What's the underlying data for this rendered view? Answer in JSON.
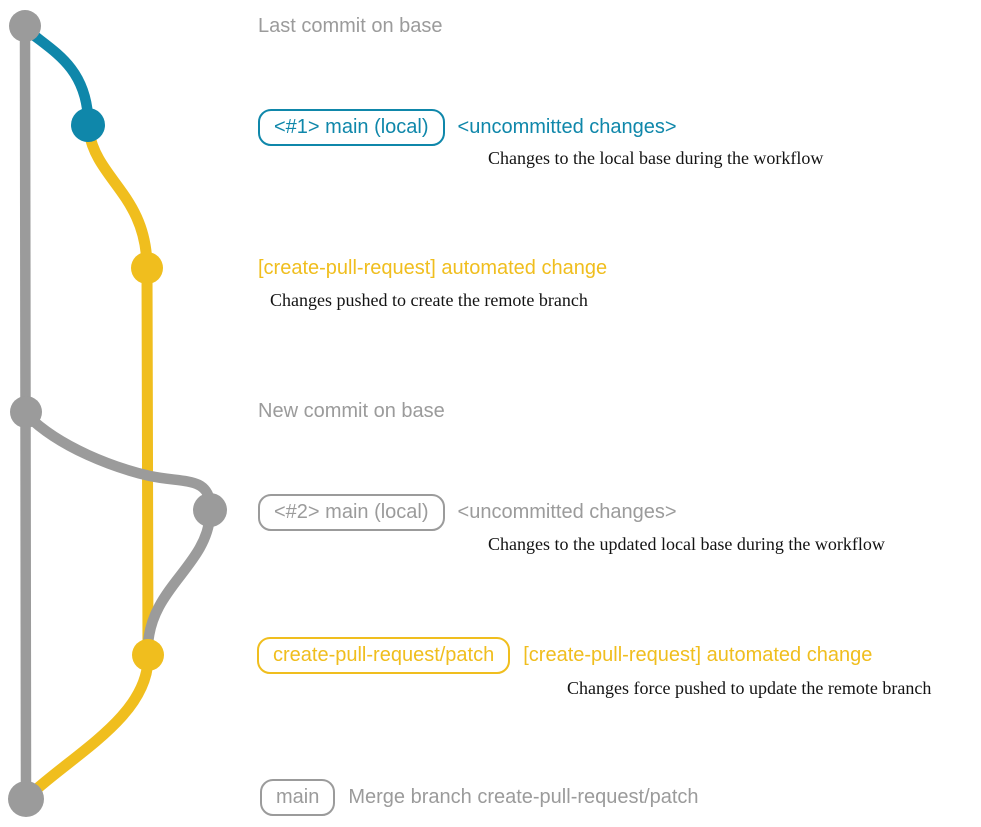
{
  "colors": {
    "background": "#FFFFFF",
    "gray": "#9B9B9B",
    "blue": "#0F87AA",
    "yellow": "#F0BE1E",
    "ink": "#131313"
  },
  "graph": {
    "branches": [
      {
        "name": "base (main)",
        "color_key": "gray"
      },
      {
        "name": "local main working changes",
        "color_key": "blue"
      },
      {
        "name": "create-pull-request/patch",
        "color_key": "yellow"
      }
    ],
    "commit_count": 7
  },
  "annotations": {
    "last_commit_on_base": "Last commit on base",
    "local_main_1": {
      "badge": "<#1> main (local)",
      "status": "<uncommitted changes>",
      "caption": "Changes to the local base during the workflow"
    },
    "automated_commit_1": {
      "message": "[create-pull-request] automated change",
      "caption": "Changes pushed to create the remote branch"
    },
    "new_commit_on_base": "New commit on base",
    "local_main_2": {
      "badge": "<#2> main (local)",
      "status": "<uncommitted changes>",
      "caption": "Changes to the updated local base during the workflow"
    },
    "patch_branch": {
      "badge": "create-pull-request/patch",
      "message": "[create-pull-request] automated change",
      "caption": "Changes force pushed to update the remote branch"
    },
    "merge_commit": {
      "badge": "main",
      "message": "Merge branch create-pull-request/patch"
    }
  }
}
